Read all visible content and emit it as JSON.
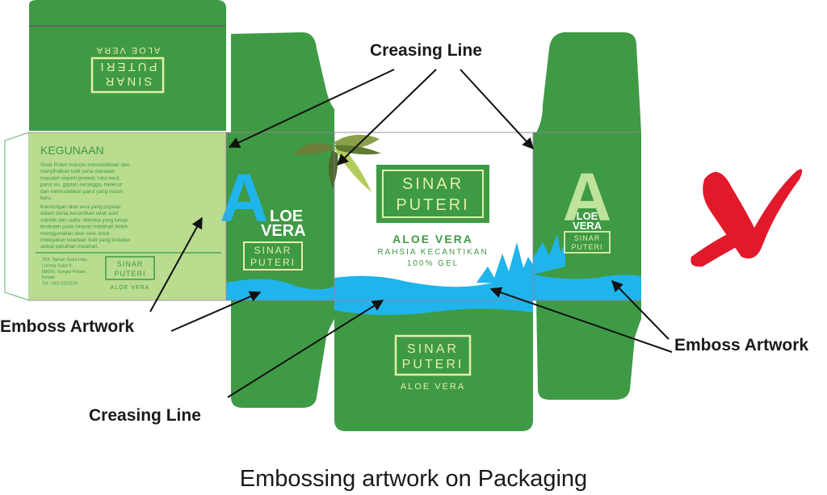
{
  "caption": "Embossing artwork on Packaging",
  "callouts": {
    "creasing_top": "Creasing Line",
    "creasing_bottom": "Creasing Line",
    "emboss_left": "Emboss Artwork",
    "emboss_right": "Emboss Artwork"
  },
  "brand": {
    "line1": "SINAR",
    "line2": "PUTERI",
    "product": "ALOE VERA",
    "tagline": "RAHSIA KECANTIKAN",
    "gel": "100% GEL"
  },
  "side_panel": {
    "letter": "A",
    "loe": "LOE",
    "vera": "VERA"
  },
  "back_panel": {
    "heading": "KEGUNAAN",
    "para1": [
      "Sinar Puteri mampu mencantikkan dan",
      "menyihatkan kulit serta merawat",
      "masalah seperti jerawat, luka kecil,",
      "parut sis, gigitan serangga, melecur",
      "dan memudahkan parut yang masih",
      "baru."
    ],
    "para2": [
      "Kandungan aloe vera yang popular",
      "dalam dunia kecantikan ialah asid",
      "salisilik dan sulfur. Mereka yang kerap",
      "terdedah pada sinaran matahari boleh",
      "menggunakan aloe vera untuk",
      "melegakan keadaan kulit yang terbakar",
      "akibat panahan matahari."
    ],
    "address": [
      "333, Taman Suka Hati,",
      "Lorong Suka 9,",
      "08000, Sungai Petani,",
      "Kedah",
      "Tel : 010-1112233"
    ]
  },
  "colors": {
    "green": "#3f9a45",
    "light_green": "#b9dc8f",
    "cream": "#e3efa8",
    "blue": "#1fb4ec",
    "cross": "#e2182b"
  },
  "icons": [
    "aloe-leaves-icon",
    "cross-mark-icon"
  ]
}
